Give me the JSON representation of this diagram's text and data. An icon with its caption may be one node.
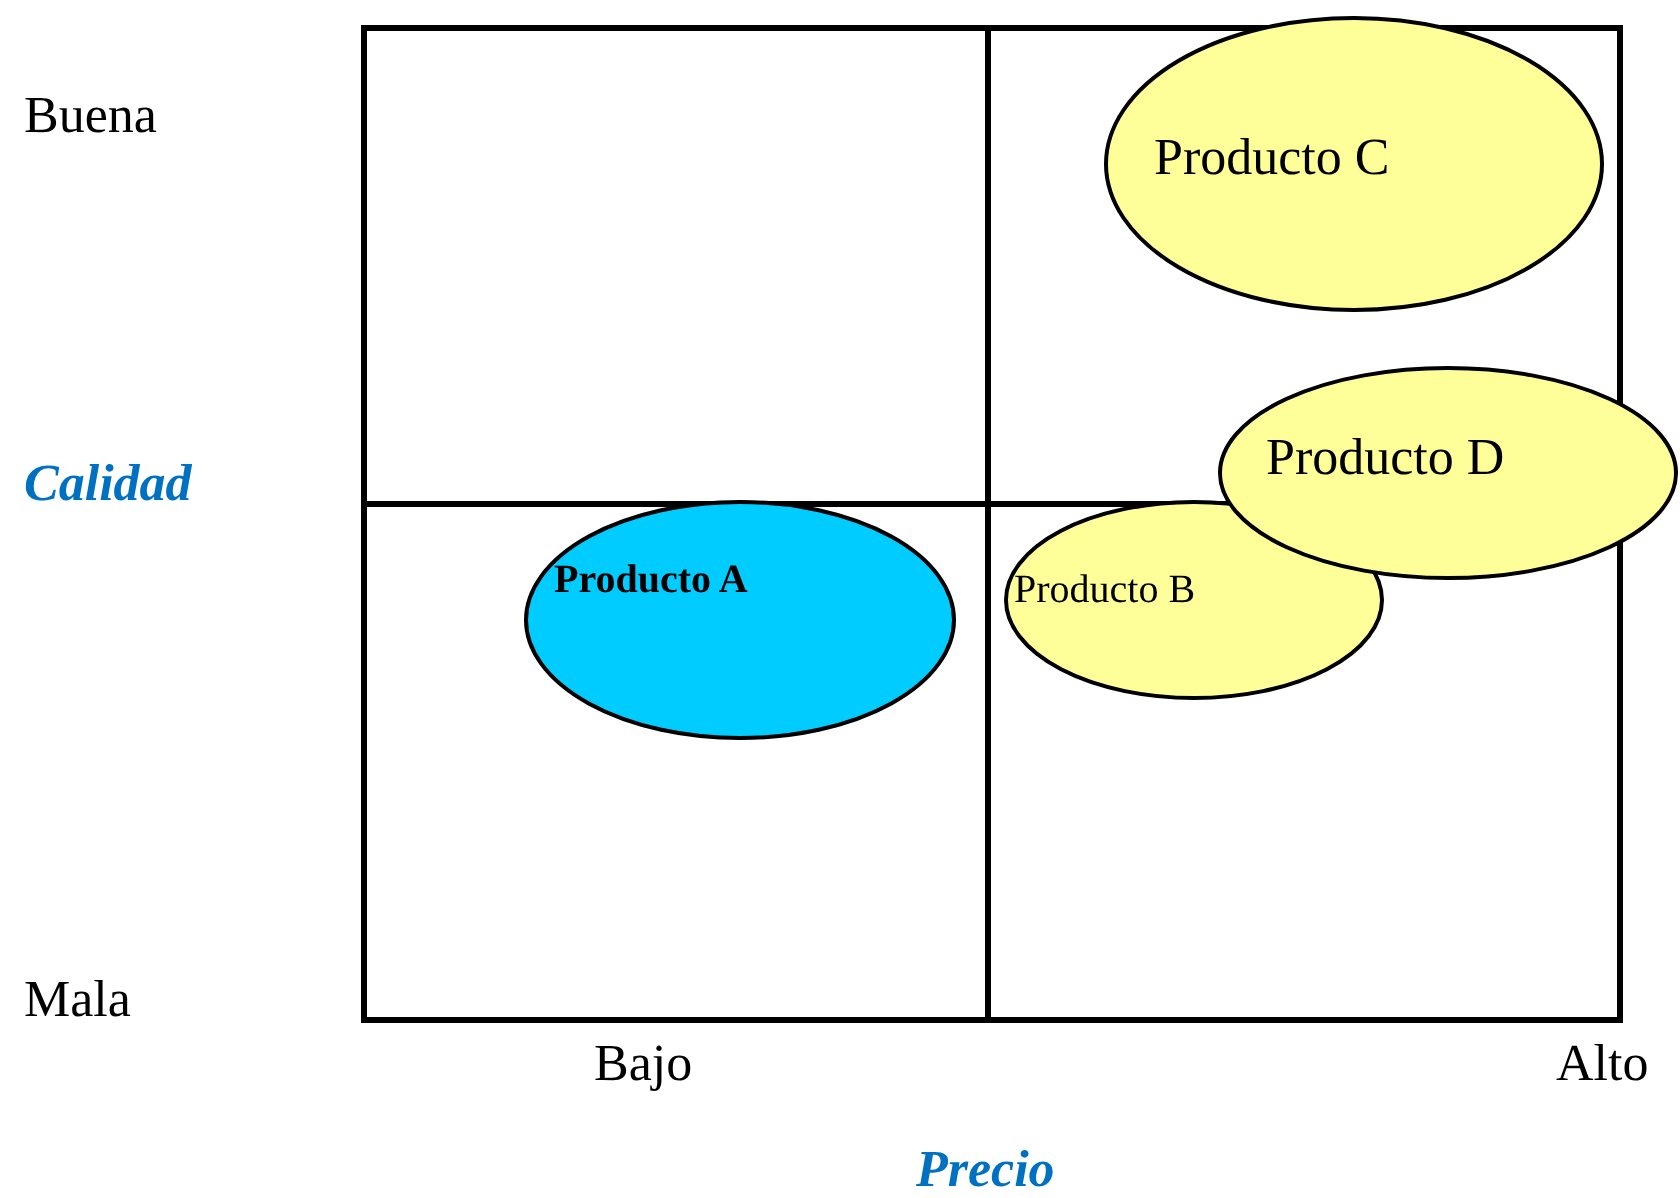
{
  "diagram": {
    "nodes": [
      {
        "text": [
          "Producto C"
        ]
      },
      {
        "text": [
          "Producto D"
        ]
      },
      {
        "text": [
          "Producto A"
        ]
      },
      {
        "text": [
          "Producto B"
        ]
      }
    ],
    "labels": [
      "Buena",
      "Calidad",
      "Mala",
      "Bajo",
      "Alto",
      "Precio"
    ]
  }
}
